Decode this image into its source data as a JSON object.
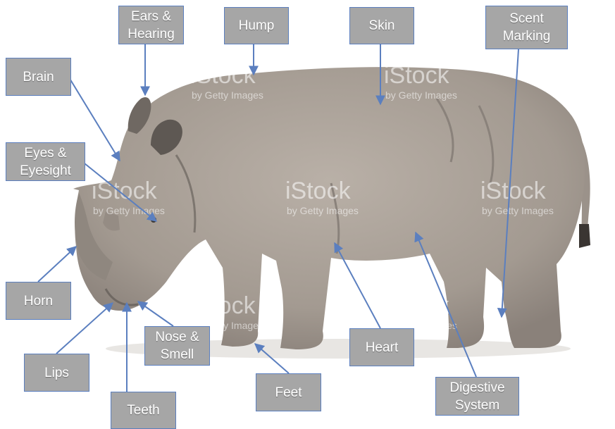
{
  "watermark": {
    "brand": "iStock",
    "sub": "by Getty Images"
  },
  "labels": {
    "ears": [
      "Ears &",
      "Hearing"
    ],
    "hump": "Hump",
    "skin": "Skin",
    "scent": [
      "Scent",
      "Marking"
    ],
    "brain": "Brain",
    "eyes": [
      "Eyes &",
      "Eyesight"
    ],
    "horn": "Horn",
    "lips": "Lips",
    "teeth": "Teeth",
    "nose": [
      "Nose &",
      "Smell"
    ],
    "feet": "Feet",
    "heart": "Heart",
    "digestive": [
      "Digestive",
      "System"
    ]
  },
  "colors": {
    "box_fill": "#a6a6a6",
    "box_border": "#5b7fbf",
    "arrow": "#5b7fbf",
    "text": "#ffffff"
  }
}
